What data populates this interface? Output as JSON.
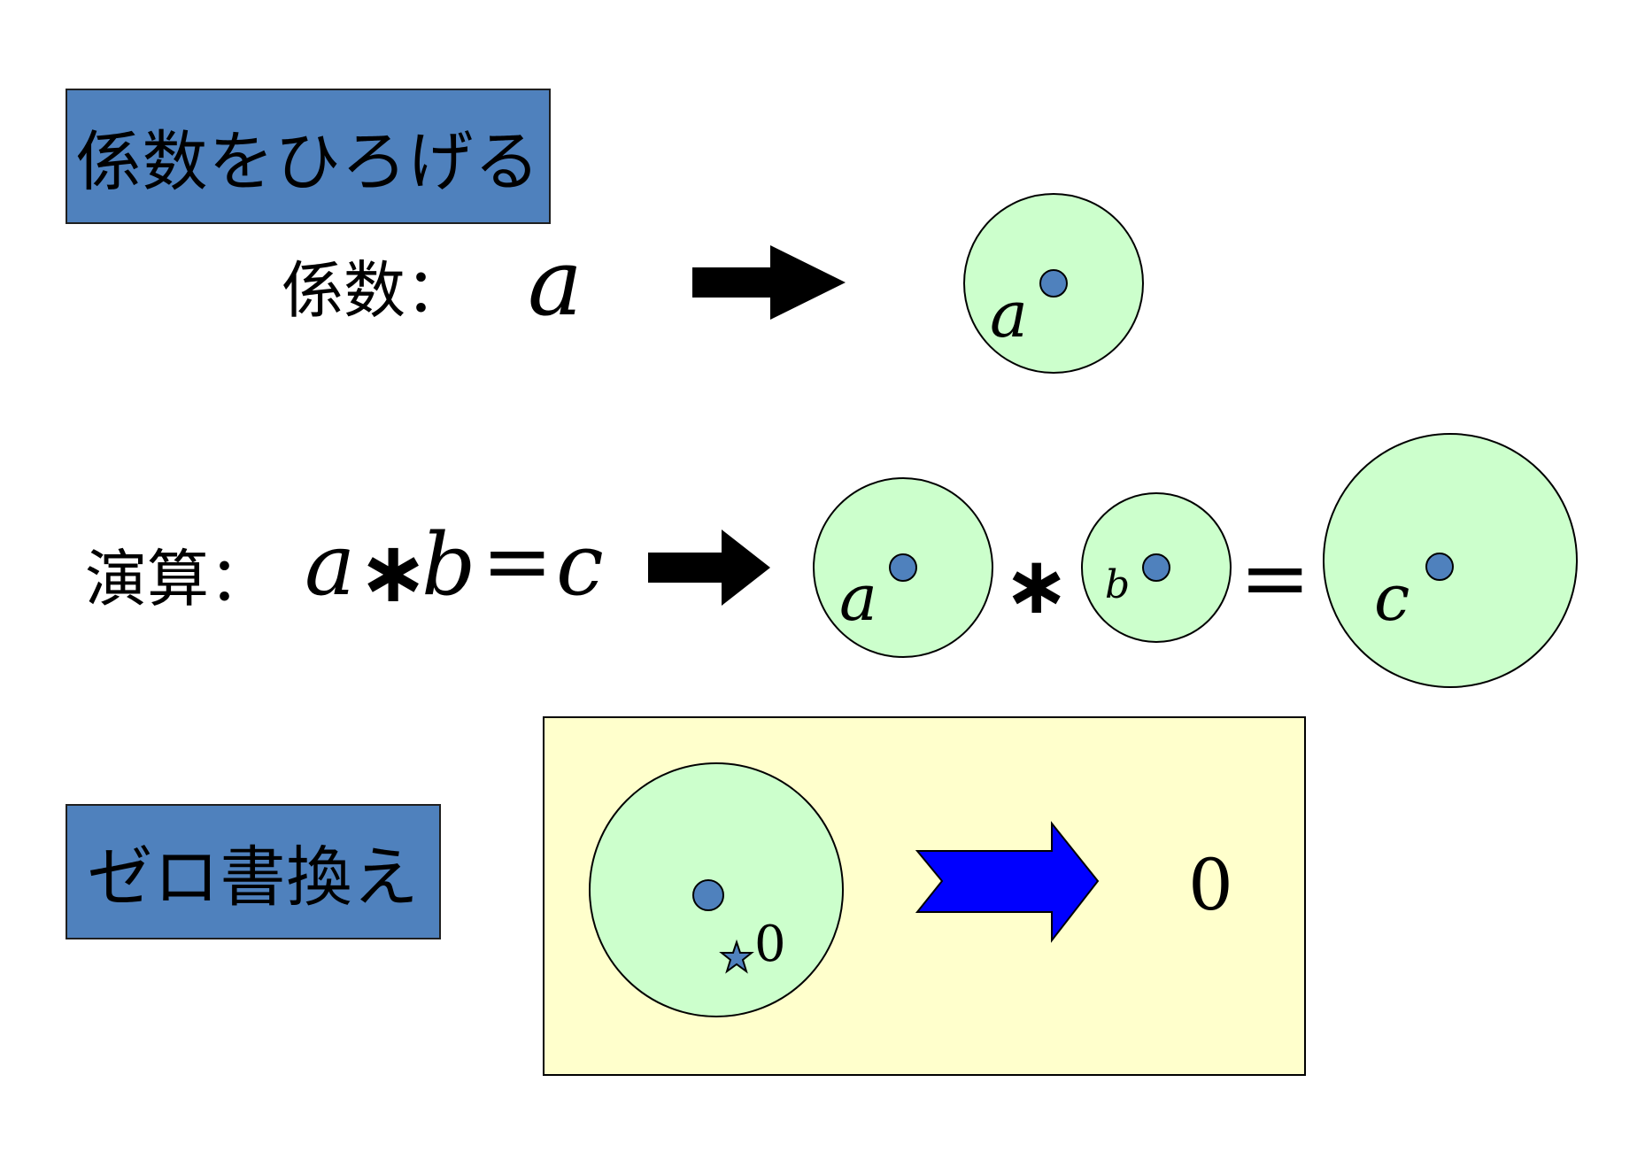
{
  "slide": {
    "title_1": "係数をひろげる",
    "coefficient_label": "係数：",
    "coefficient_symbol": "a",
    "operation_label": "演算：",
    "equation": {
      "a": "a",
      "op": "∗",
      "b": "b",
      "eq": "=",
      "c": "c"
    },
    "bubble_labels": {
      "single_a": "a",
      "left_a": "a",
      "mult": "∗",
      "mid_b": "b",
      "equals": "=",
      "right_c": "c"
    },
    "title_2": "ゼロ書換え",
    "zero_panel": {
      "star_label": "0",
      "result": "0"
    }
  },
  "colors": {
    "title_fill": "#4f81bd",
    "bubble_fill": "#ccffcc",
    "dot_fill": "#4f81bd",
    "panel_fill": "#ffffcc",
    "arrow_black": "#000000",
    "arrow_blue": "#0000ff"
  }
}
